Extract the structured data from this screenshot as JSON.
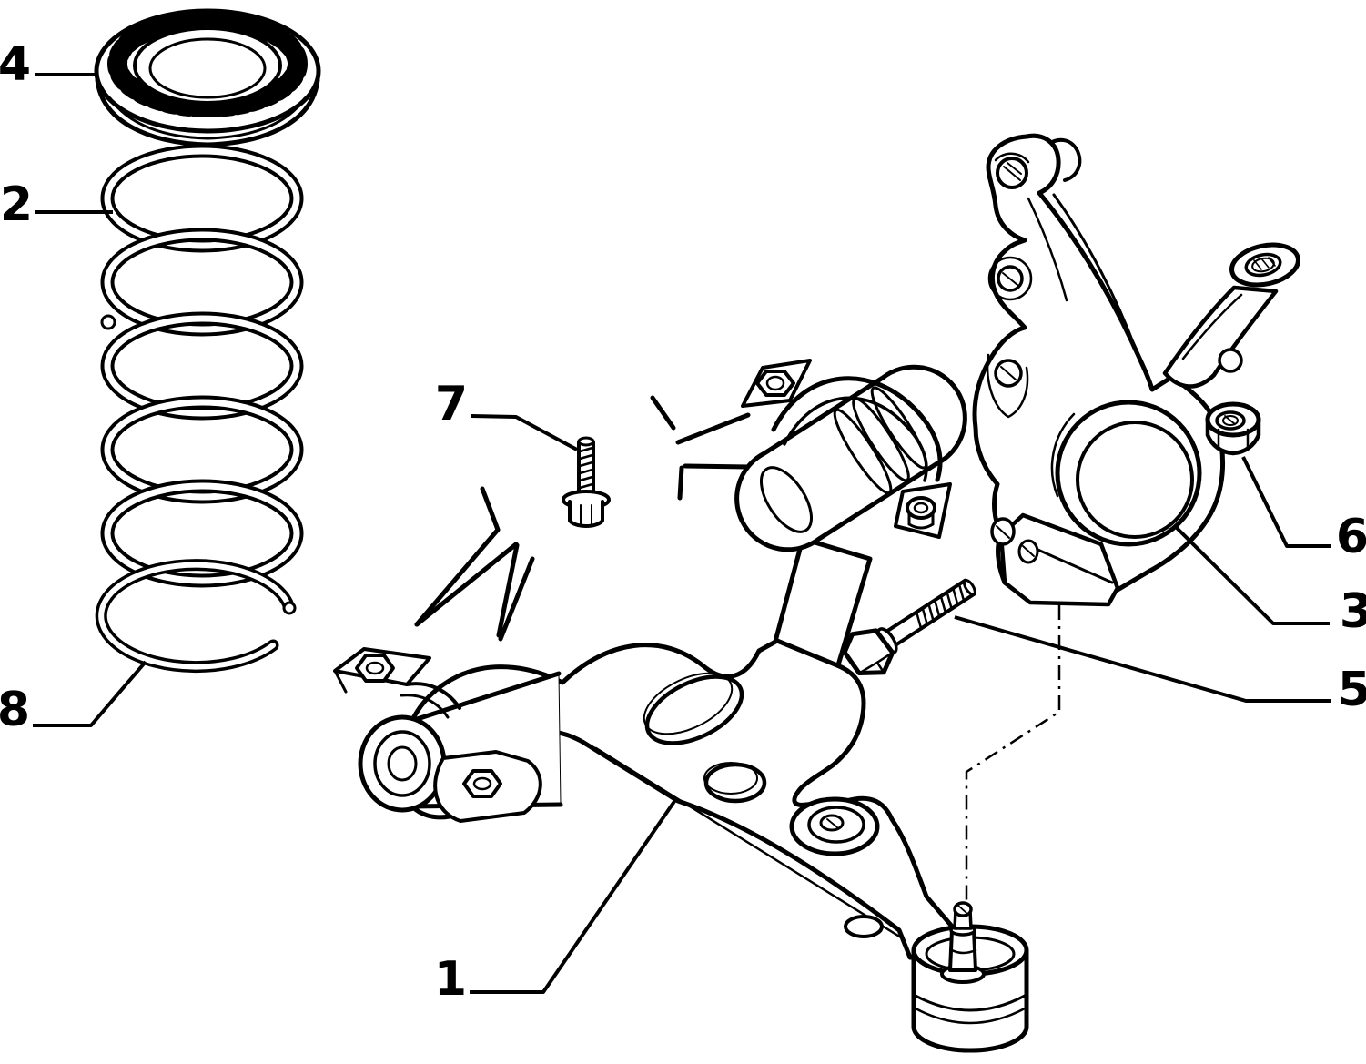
{
  "diagram": {
    "type": "exploded-parts-diagram",
    "description": "Line-art exploded view of a front suspension corner: coil spring with seat and snap ring, lower control arm with bushings and ball joint, steering knuckle, fastening bolts and nut",
    "colors": {
      "background": "#ffffff",
      "line": "#000000"
    },
    "callouts": [
      {
        "number": "1"
      },
      {
        "number": "2"
      },
      {
        "number": "3"
      },
      {
        "number": "4"
      },
      {
        "number": "5"
      },
      {
        "number": "6"
      },
      {
        "number": "7"
      },
      {
        "number": "8"
      }
    ]
  }
}
